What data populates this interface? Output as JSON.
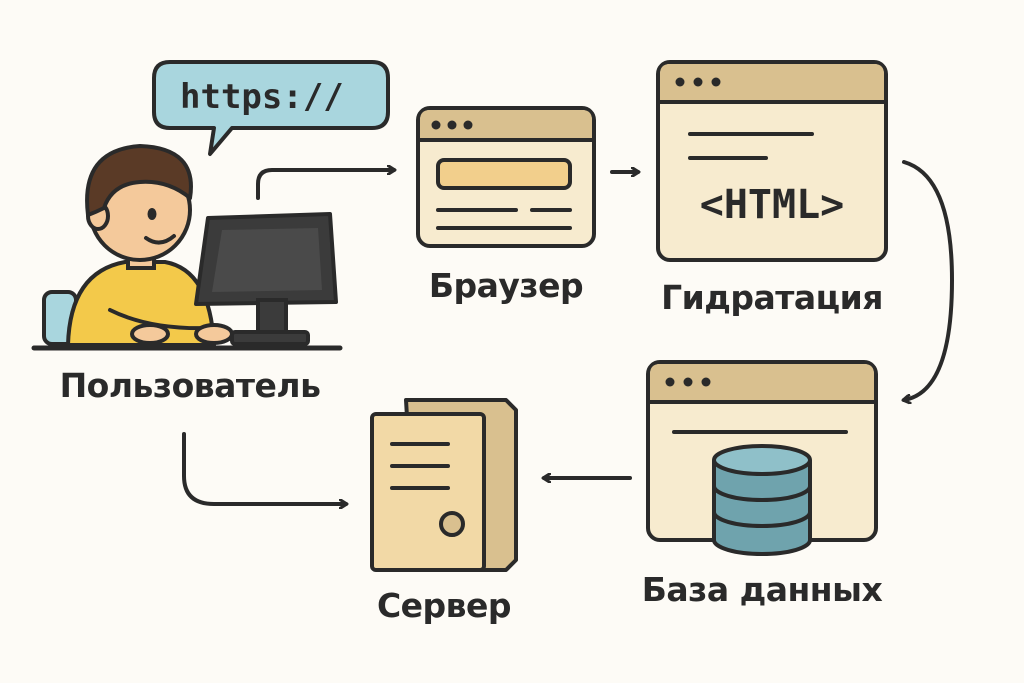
{
  "nodes": {
    "user": {
      "label": "Пользователь"
    },
    "speech_bubble": {
      "text": "https://"
    },
    "browser": {
      "label": "Браузер"
    },
    "hydration": {
      "label": "Гидратация",
      "content_text": "<HTML>"
    },
    "database": {
      "label": "База данных"
    },
    "server": {
      "label": "Сервер"
    }
  },
  "edges": [
    {
      "from": "user",
      "to": "browser"
    },
    {
      "from": "browser",
      "to": "hydration"
    },
    {
      "from": "hydration",
      "to": "database"
    },
    {
      "from": "database",
      "to": "server"
    },
    {
      "from": "user",
      "to": "server"
    }
  ],
  "colors": {
    "background": "#fdfbf6",
    "outline": "#2a2a2a",
    "window_bar": "#d9c08f",
    "window_body": "#f7ebcf",
    "bubble": "#a9d6de",
    "database": "#6fa3ad",
    "shirt": "#f3c94a",
    "skin": "#f4c99b",
    "hair": "#5a3a26",
    "monitor": "#3b3b3b"
  }
}
